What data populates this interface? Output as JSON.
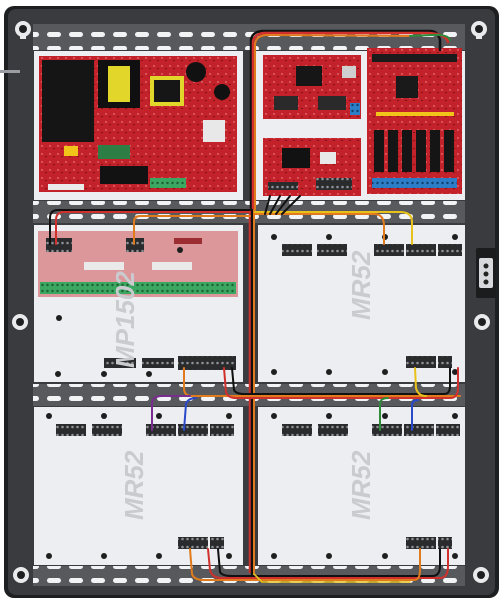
{
  "image": {
    "subject": "Access control enclosure with four mounting plates holding circuit boards",
    "colors": {
      "enclosure": "#3a3b3e",
      "enclosure_edge": "#1e1f21",
      "rail": "#57595d",
      "plate": "#eceef1",
      "board": "#c4222b",
      "board_dark": "#8d161c",
      "terminal": "#2a2b2d",
      "wire_red": "#d0312d",
      "wire_black": "#111111",
      "wire_yellow": "#e8c21a",
      "wire_orange": "#e07b1d",
      "wire_green": "#2e8b3a",
      "wire_blue": "#2a49c9",
      "wire_purple": "#7a2c8f"
    }
  },
  "labels": {
    "left_panel": "MP1502",
    "top_right_panel": "MR52",
    "bottom_left_panel": "MR52",
    "bottom_right_panel": "MR52"
  }
}
